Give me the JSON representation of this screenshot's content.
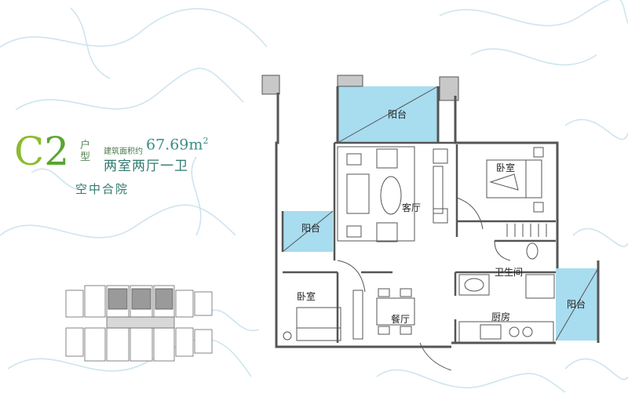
{
  "title": {
    "code": [
      "C",
      "2"
    ],
    "house_type_chars": [
      "户",
      "型"
    ],
    "area_label": "建筑面积约",
    "area_value": "67.69",
    "area_unit": "m",
    "area_unit_exp": "2",
    "rooms": "两室两厅一卫",
    "subtitle": "空中合院"
  },
  "rooms": {
    "balcony_top": "阳台",
    "balcony_left": "阳台",
    "balcony_right": "阳台",
    "bedroom_master": "卧室",
    "bedroom_second": "卧室",
    "living": "客厅",
    "dining": "餐厅",
    "bathroom": "卫生间",
    "kitchen": "厨房"
  },
  "colors": {
    "balcony_fill": "#a8dcef",
    "wall": "#555555",
    "title_green": "#8dbb2e",
    "title_teal": "#2f7a6f",
    "swirl": "#cfe4ef",
    "keymap_highlight": "#9a9a9a"
  }
}
